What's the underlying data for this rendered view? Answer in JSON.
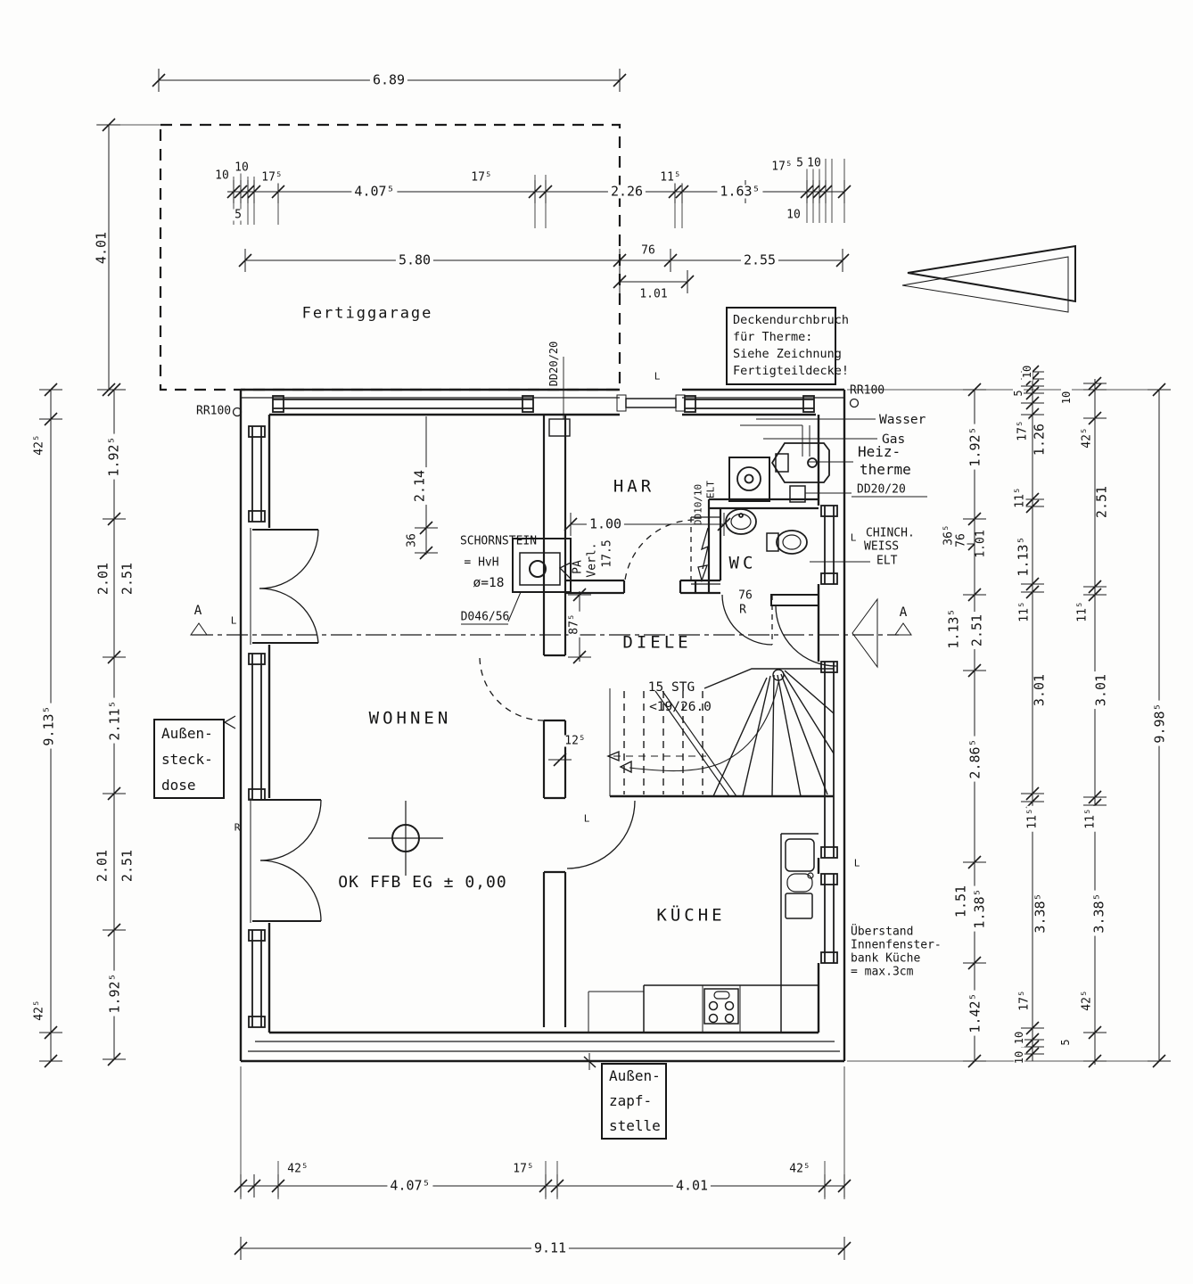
{
  "rooms": {
    "wohnen": "WOHNEN",
    "har": "HAR",
    "wc": "WC",
    "diele": "DIELE",
    "kueche": "KÜCHE",
    "garage": "Fertiggarage"
  },
  "annotations": {
    "schornstein": [
      "SCHORNSTEIN",
      "= HvH",
      "ø=18"
    ],
    "chimney_ref": "D046/56",
    "level": "OK FFB EG ± 0,00",
    "stairs": [
      "15 STG",
      "<19/26.0"
    ],
    "wc_door": [
      "76",
      "R"
    ],
    "duct_top": "DD20/20",
    "shaft": [
      "DD10/10",
      "ELT"
    ],
    "pa": [
      "PA",
      "Verl.",
      "17.5"
    ],
    "deckendurchbruch": [
      "Deckendurchbruch",
      "für Therme:",
      "Siehe Zeichnung",
      "Fertigteildecke!"
    ],
    "aussensteckdose": [
      "Außen-",
      "steck-",
      "dose"
    ],
    "aussenzapfstelle": [
      "Außen-",
      "zapf-",
      "stelle"
    ],
    "ueberstand": [
      "Überstand",
      "Innenfenster-",
      "bank Küche",
      "= max.3cm"
    ],
    "rr100_left": "RR100",
    "rr100_right": "RR100",
    "supply": {
      "wasser": "Wasser",
      "gas": "Gas",
      "heiz": [
        "Heiz-",
        "therme"
      ],
      "dd2020": "DD20/20",
      "chinch": [
        "CHINCH.",
        "WEISS"
      ],
      "elt": "ELT"
    },
    "section_a": "A",
    "hinges": [
      "L",
      "L",
      "R",
      "L",
      "L",
      "L"
    ]
  },
  "dims": {
    "garage_total": "6.89",
    "garage_chain": [
      "10",
      "10",
      "5",
      "17⁵",
      "4.07⁵",
      "17⁵",
      "2.26",
      "11⁵",
      "1.63⁵",
      "17⁵",
      "5",
      "10",
      "10"
    ],
    "garage_chain2": [
      "5.80",
      "76",
      "1.01",
      "2.55"
    ],
    "garage_left": "4.01",
    "left_outer": [
      "42⁵",
      "9.13⁵",
      "42⁵"
    ],
    "left_inner": [
      "1.92⁵",
      "2.01",
      "2.51",
      "2.11⁵",
      "2.01",
      "2.51",
      "1.92⁵"
    ],
    "right_a": [
      "1.92⁵",
      "36⁵",
      "76",
      "1.01",
      "1.13⁵",
      "2.51",
      "2.86⁵",
      "1.51",
      "1.38⁵",
      "1.42⁵"
    ],
    "right_b": [
      "10",
      "5",
      "17⁵",
      "1.26",
      "11⁵",
      "1.13⁵",
      "11⁵",
      "3.01",
      "11⁵",
      "3.38⁵",
      "17⁵",
      "10",
      "10"
    ],
    "right_c": [
      "10",
      "42⁵",
      "2.51",
      "11⁵",
      "3.01",
      "11⁵",
      "3.38⁵",
      "42⁵",
      "5"
    ],
    "right_total": "9.98⁵",
    "bottom_chain": [
      "42⁵",
      "4.07⁵",
      "17⁵",
      "4.01",
      "42⁵"
    ],
    "bottom_total": "9.11",
    "interior": [
      "2.14",
      "36",
      "1.00",
      "87⁵",
      "12⁵"
    ]
  }
}
